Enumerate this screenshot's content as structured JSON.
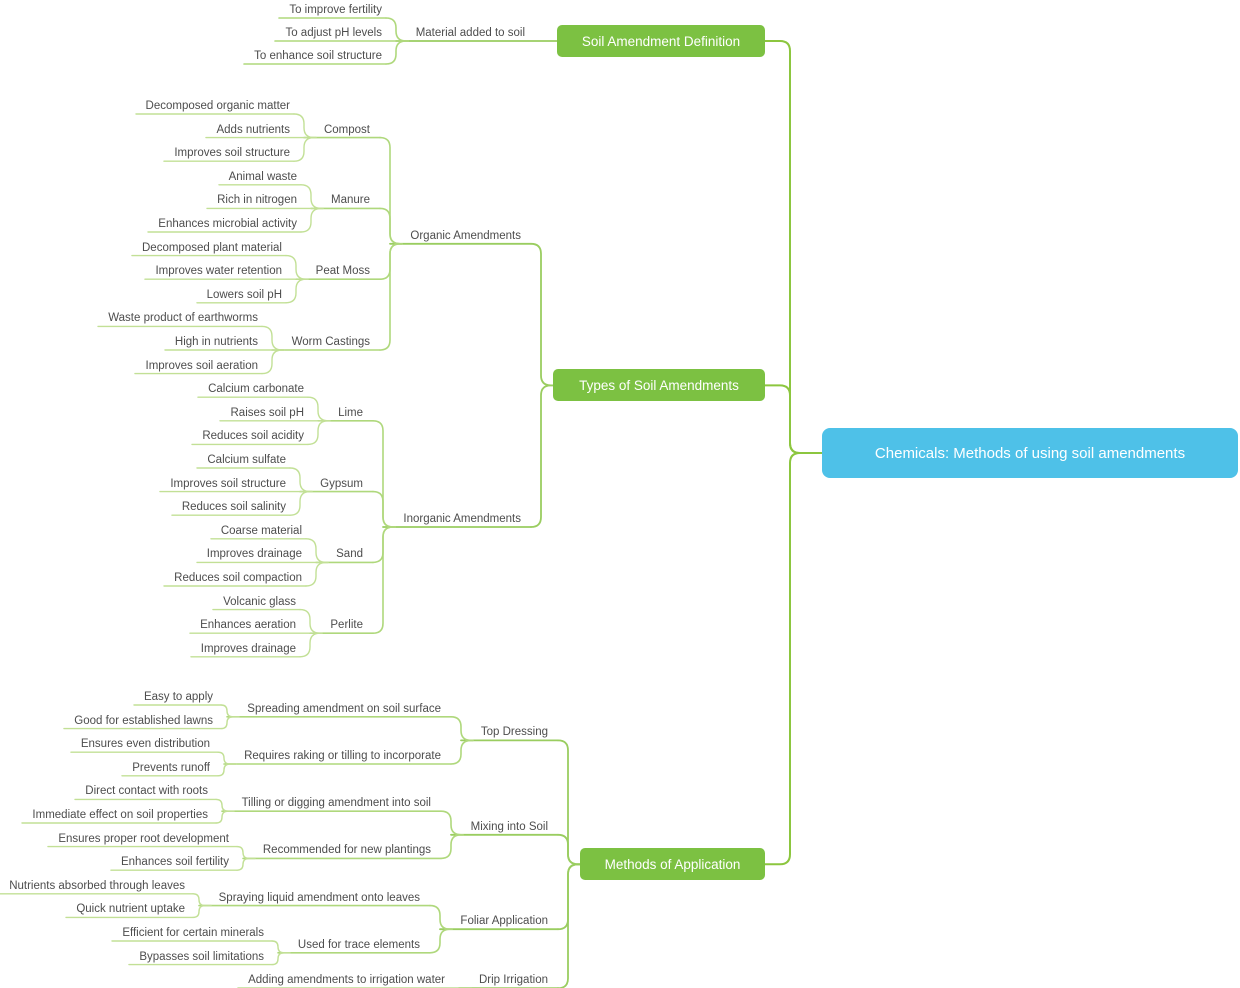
{
  "title": "Chemicals: Methods of using soil amendments mind map",
  "palette": {
    "canvas_background": "#ffffff",
    "root_fill": "#4EC1E8",
    "branch_fill": "#7CC142",
    "trunk_line": "#8CC63F",
    "line_depth2": "#9ACD60",
    "line_depth3": "#AFD87C",
    "line_depth4": "#C2E096",
    "text_color": "#4d4d4d",
    "box_text_color": "#ffffff"
  },
  "root": {
    "label": "Chemicals: Methods of using soil amendments"
  },
  "branches": [
    {
      "label": "Soil Amendment Definition",
      "children": [
        {
          "label": "Material added to soil",
          "children": [
            {
              "label": "To improve fertility",
              "children": []
            },
            {
              "label": "To adjust pH levels",
              "children": []
            },
            {
              "label": "To enhance soil structure",
              "children": []
            }
          ]
        }
      ]
    },
    {
      "label": "Types of Soil Amendments",
      "children": [
        {
          "label": "Organic Amendments",
          "children": [
            {
              "label": "Compost",
              "children": [
                {
                  "label": "Decomposed organic matter",
                  "children": []
                },
                {
                  "label": "Adds nutrients",
                  "children": []
                },
                {
                  "label": "Improves soil structure",
                  "children": []
                }
              ]
            },
            {
              "label": "Manure",
              "children": [
                {
                  "label": "Animal waste",
                  "children": []
                },
                {
                  "label": "Rich in nitrogen",
                  "children": []
                },
                {
                  "label": "Enhances microbial activity",
                  "children": []
                }
              ]
            },
            {
              "label": "Peat Moss",
              "children": [
                {
                  "label": "Decomposed plant material",
                  "children": []
                },
                {
                  "label": "Improves water retention",
                  "children": []
                },
                {
                  "label": "Lowers soil pH",
                  "children": []
                }
              ]
            },
            {
              "label": "Worm Castings",
              "children": [
                {
                  "label": "Waste product of earthworms",
                  "children": []
                },
                {
                  "label": "High in nutrients",
                  "children": []
                },
                {
                  "label": "Improves soil aeration",
                  "children": []
                }
              ]
            }
          ]
        },
        {
          "label": "Inorganic Amendments",
          "children": [
            {
              "label": "Lime",
              "children": [
                {
                  "label": "Calcium carbonate",
                  "children": []
                },
                {
                  "label": "Raises soil pH",
                  "children": []
                },
                {
                  "label": "Reduces soil acidity",
                  "children": []
                }
              ]
            },
            {
              "label": "Gypsum",
              "children": [
                {
                  "label": "Calcium sulfate",
                  "children": []
                },
                {
                  "label": "Improves soil structure",
                  "children": []
                },
                {
                  "label": "Reduces soil salinity",
                  "children": []
                }
              ]
            },
            {
              "label": "Sand",
              "children": [
                {
                  "label": "Coarse material",
                  "children": []
                },
                {
                  "label": "Improves drainage",
                  "children": []
                },
                {
                  "label": "Reduces soil compaction",
                  "children": []
                }
              ]
            },
            {
              "label": "Perlite",
              "children": [
                {
                  "label": "Volcanic glass",
                  "children": []
                },
                {
                  "label": "Enhances aeration",
                  "children": []
                },
                {
                  "label": "Improves drainage",
                  "children": []
                }
              ]
            }
          ]
        }
      ]
    },
    {
      "label": "Methods of Application",
      "children": [
        {
          "label": "Top Dressing",
          "children": [
            {
              "label": "Spreading amendment on soil surface",
              "children": [
                {
                  "label": "Easy to apply",
                  "children": []
                },
                {
                  "label": "Good for established lawns",
                  "children": []
                }
              ]
            },
            {
              "label": "Requires raking or tilling to incorporate",
              "children": [
                {
                  "label": "Ensures even distribution",
                  "children": []
                },
                {
                  "label": "Prevents runoff",
                  "children": []
                }
              ]
            }
          ]
        },
        {
          "label": "Mixing into Soil",
          "children": [
            {
              "label": "Tilling or digging amendment into soil",
              "children": [
                {
                  "label": "Direct contact with roots",
                  "children": []
                },
                {
                  "label": "Immediate effect on soil properties",
                  "children": []
                }
              ]
            },
            {
              "label": "Recommended for new plantings",
              "children": [
                {
                  "label": "Ensures proper root development",
                  "children": []
                },
                {
                  "label": "Enhances soil fertility",
                  "children": []
                }
              ]
            }
          ]
        },
        {
          "label": "Foliar Application",
          "children": [
            {
              "label": "Spraying liquid amendment onto leaves",
              "children": [
                {
                  "label": "Nutrients absorbed through leaves",
                  "children": []
                },
                {
                  "label": "Quick nutrient uptake",
                  "children": []
                }
              ]
            },
            {
              "label": "Used for trace elements",
              "children": [
                {
                  "label": "Efficient for certain minerals",
                  "children": []
                },
                {
                  "label": "Bypasses soil limitations",
                  "children": []
                }
              ]
            }
          ]
        },
        {
          "label": "Drip Irrigation",
          "children": [
            {
              "label": "Adding amendments to irrigation water",
              "children": []
            }
          ]
        }
      ]
    }
  ]
}
